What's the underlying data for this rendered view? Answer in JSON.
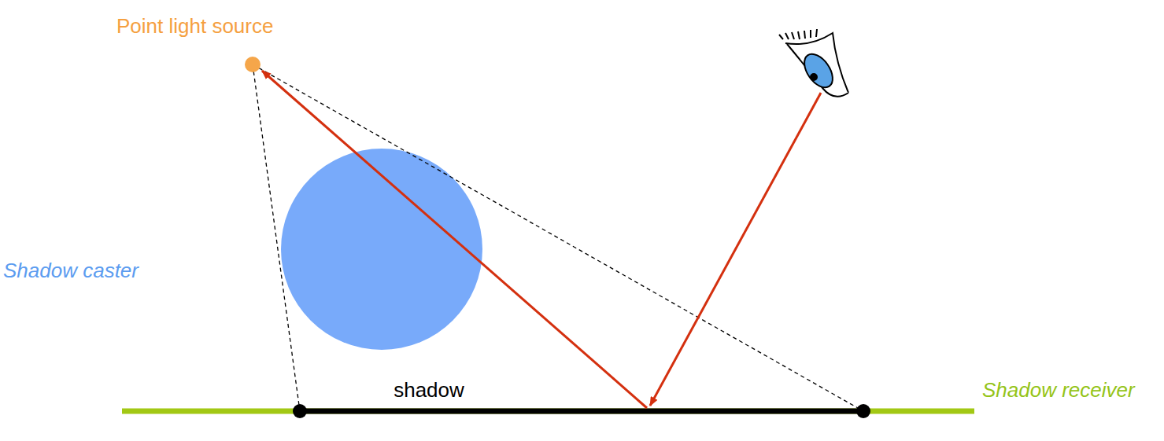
{
  "diagram": {
    "labels": [
      "Point light source",
      "Shadow caster",
      "shadow",
      "Shadow receiver"
    ]
  }
}
